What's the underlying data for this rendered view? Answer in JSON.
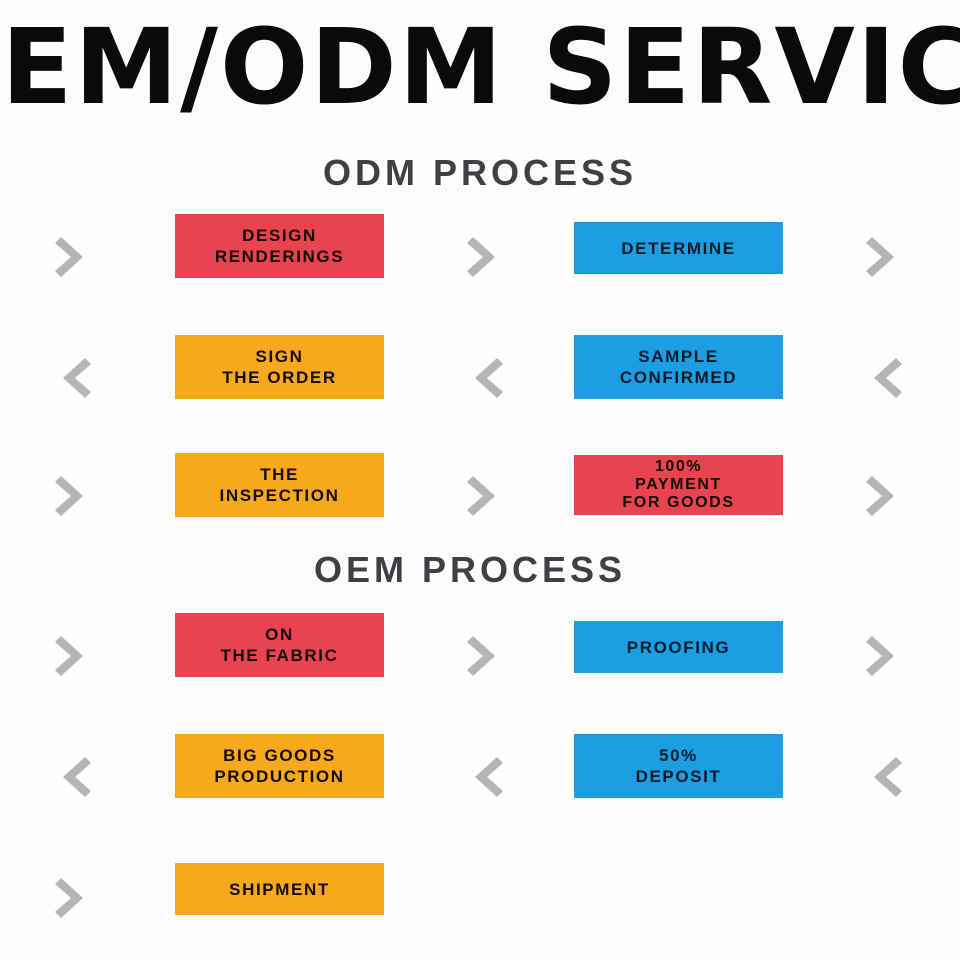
{
  "banner": {
    "title": "OEM/ODM SERVICE",
    "visible_text": "EM/ODM SERVIC",
    "color": "#0a0a0a"
  },
  "palette": {
    "red": "#e8434f",
    "blue": "#1b9fe2",
    "orange": "#f7a81b",
    "chevron_gray": "#b5b5b5",
    "heading_gray": "#3f3f44",
    "background": "#ffffff"
  },
  "sections": [
    {
      "id": "odm",
      "heading": "ODM PROCESS"
    },
    {
      "id": "oem",
      "heading": "OEM PROCESS"
    }
  ],
  "odm_rows": [
    {
      "direction": "right",
      "chevron_icon": "chevron-right-icon",
      "boxes": [
        {
          "color": "red",
          "lines": [
            "DESIGN",
            "RENDERINGS"
          ]
        },
        {
          "color": "blue",
          "lines": [
            "DETERMINE"
          ]
        }
      ]
    },
    {
      "direction": "left",
      "chevron_icon": "chevron-left-icon",
      "boxes": [
        {
          "color": "orange",
          "lines": [
            "SIGN",
            "THE ORDER"
          ]
        },
        {
          "color": "blue",
          "lines": [
            "SAMPLE",
            "CONFIRMED"
          ]
        }
      ]
    },
    {
      "direction": "right",
      "chevron_icon": "chevron-right-icon",
      "boxes": [
        {
          "color": "orange",
          "lines": [
            "THE",
            "INSPECTION"
          ]
        },
        {
          "color": "red",
          "lines": [
            "100%",
            "PAYMENT",
            "FOR GOODS"
          ]
        }
      ]
    }
  ],
  "oem_rows": [
    {
      "direction": "right",
      "chevron_icon": "chevron-right-icon",
      "boxes": [
        {
          "color": "red",
          "lines": [
            "ON",
            "THE FABRIC"
          ]
        },
        {
          "color": "blue",
          "lines": [
            "PROOFING"
          ]
        }
      ]
    },
    {
      "direction": "left",
      "chevron_icon": "chevron-left-icon",
      "boxes": [
        {
          "color": "orange",
          "lines": [
            "BIG GOODS",
            "PRODUCTION"
          ]
        },
        {
          "color": "blue",
          "lines": [
            "50%",
            "DEPOSIT"
          ]
        }
      ]
    },
    {
      "direction": "right",
      "chevron_icon": "chevron-right-icon",
      "boxes": [
        {
          "color": "orange",
          "lines": [
            "SHIPMENT"
          ]
        }
      ]
    }
  ]
}
